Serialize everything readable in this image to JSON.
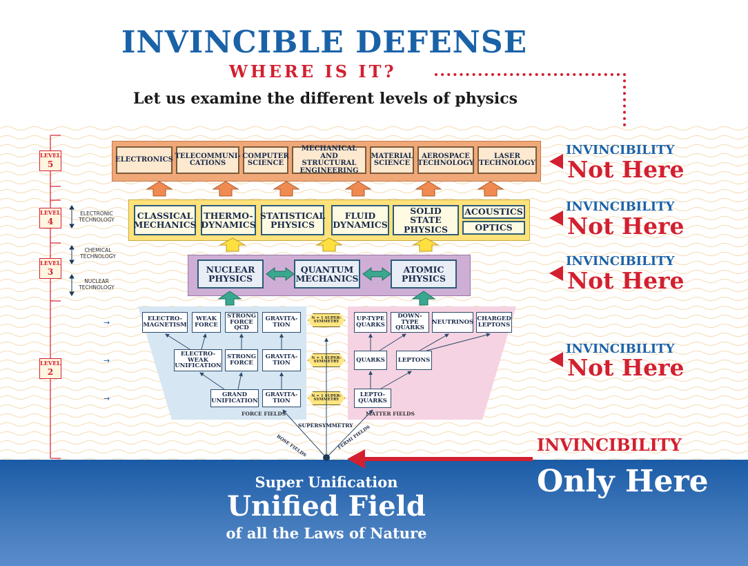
{
  "header": {
    "title": "INVINCIBLE DEFENSE",
    "subtitle": "WHERE IS IT?",
    "tagline": "Let us examine the different levels of physics"
  },
  "levels": {
    "level5": {
      "label": "LEVEL",
      "num": "5"
    },
    "level4": {
      "label": "LEVEL",
      "num": "4"
    },
    "level3": {
      "label": "LEVEL",
      "num": "3"
    },
    "level2": {
      "label": "LEVEL",
      "num": "2"
    }
  },
  "technologies": {
    "electronic": "ELECTRONIC TECHNOLOGY",
    "chemical": "CHEMICAL TECHNOLOGY",
    "nuclear": "NUCLEAR TECHNOLOGY"
  },
  "level5_items": [
    "ELECTRONICS",
    "TELECOMMUNI-CATIONS",
    "COMPUTER SCIENCE",
    "MECHANICAL AND STRUCTURAL ENGINEERING",
    "MATERIAL SCIENCE",
    "AEROSPACE TECHNOLOGY",
    "LASER TECHNOLOGY"
  ],
  "level4_items": [
    "CLASSICAL MECHANICS",
    "THERMO-DYNAMICS",
    "STATISTICAL PHYSICS",
    "FLUID DYNAMICS",
    "SOLID STATE PHYSICS",
    "ACOUSTICS",
    "OPTICS"
  ],
  "level3_items": [
    "NUCLEAR PHYSICS",
    "QUANTUM MECHANICS",
    "ATOMIC PHYSICS"
  ],
  "force": {
    "row1": [
      "ELECTRO-MAGNETISM",
      "WEAK FORCE",
      "STRONG FORCE QCD",
      "GRAVITA-TION"
    ],
    "row2": [
      "ELECTRO-WEAK UNIFICATION",
      "STRONG FORCE",
      "GRAVITA-TION"
    ],
    "row3": [
      "GRAND UNIFICATION",
      "GRAVITA-TION"
    ],
    "label": "FORCE FIELDS"
  },
  "matter": {
    "row1": [
      "UP-TYPE QUARKS",
      "DOWN-TYPE QUARKS",
      "NEUTRINOS",
      "CHARGED LEPTONS"
    ],
    "row2": [
      "QUARKS",
      "LEPTONS"
    ],
    "row3": [
      "LEPTO-QUARKS"
    ],
    "label": "MATTER FIELDS"
  },
  "supersymmetry_badges": [
    "N = 1 SUPER-SYMMETRY",
    "N = 1 SUPER-SYMMETRY",
    "N = 1 SUPER-SYMMETRY"
  ],
  "base": {
    "supersymmetry": "SUPERSYMMETRY",
    "bose": "BOSE FIELDS",
    "fermi": "FERMI FIELDS"
  },
  "right_labels": [
    {
      "invincibility": "INVINCIBILITY",
      "status": "Not Here"
    },
    {
      "invincibility": "INVINCIBILITY",
      "status": "Not Here"
    },
    {
      "invincibility": "INVINCIBILITY",
      "status": "Not Here"
    },
    {
      "invincibility": "INVINCIBILITY",
      "status": "Not Here"
    }
  ],
  "only_here": {
    "invincibility": "INVINCIBILITY",
    "status": "Only Here"
  },
  "footer": {
    "super_unification": "Super Unification",
    "unified_field": "Unified Field",
    "laws": "of all the Laws of Nature"
  },
  "colors": {
    "title_blue": "#1a62a8",
    "alert_red": "#d22030",
    "ocean_blue": "#1b5ba6",
    "level5_band": "#f0a878",
    "level4_band": "#ffe27a",
    "level3_band": "#cfaed6",
    "force_panel": "#d6e6f3",
    "matter_panel": "#f6d3e2"
  }
}
